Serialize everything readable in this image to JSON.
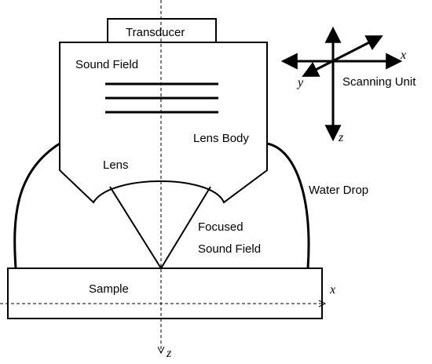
{
  "labels": {
    "transducer": "Transducer",
    "sound_field": "Sound Field",
    "lens_body": "Lens Body",
    "lens": "Lens",
    "water_drop": "Water Drop",
    "focused_line1": "Focused",
    "focused_line2": "Sound Field",
    "sample": "Sample",
    "scanning_unit": "Scanning Unit"
  },
  "axes": {
    "x": "x",
    "y": "y",
    "z": "z"
  },
  "colors": {
    "stroke": "#000000",
    "background": "#ffffff"
  }
}
